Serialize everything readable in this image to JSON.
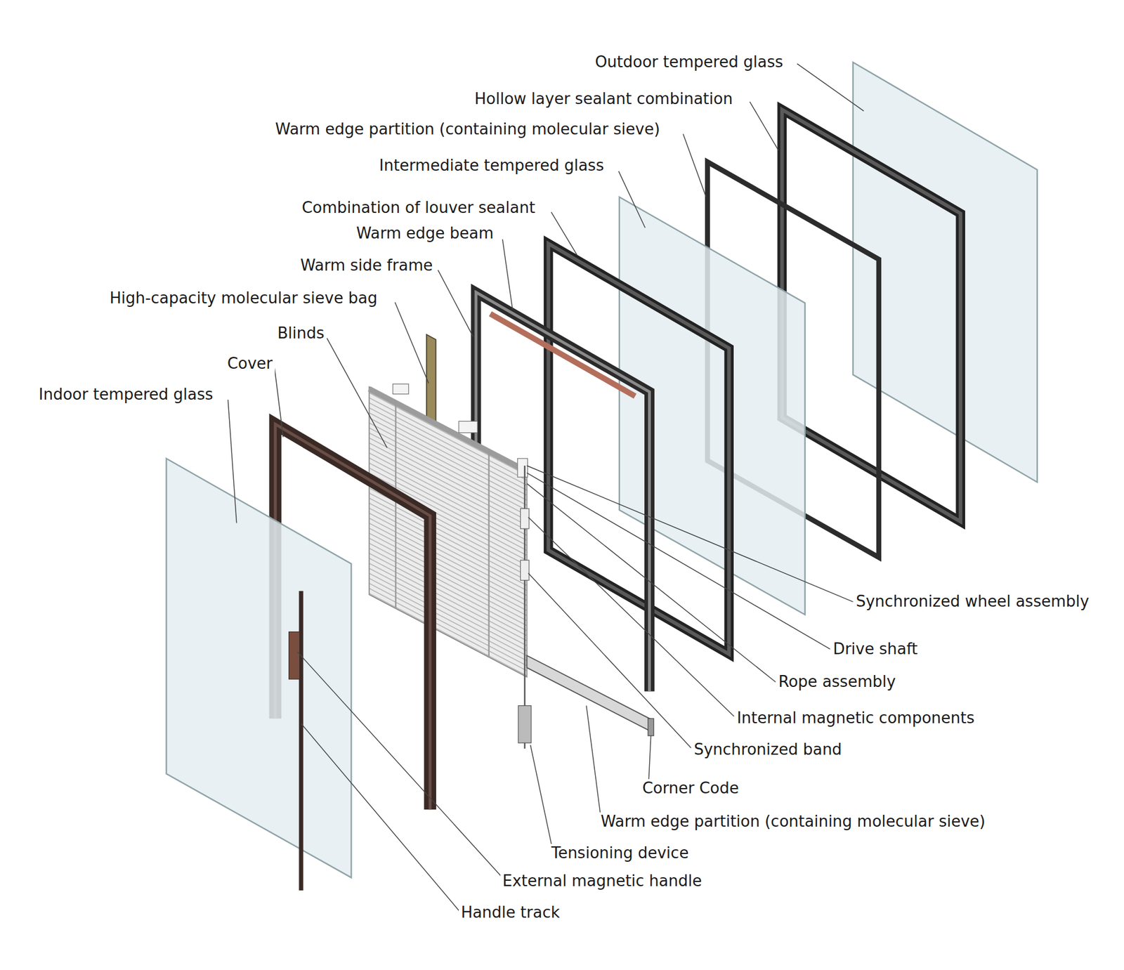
{
  "diagram": {
    "labels": [
      "Outdoor tempered glass",
      "Hollow layer sealant combination",
      "Warm edge partition (containing molecular sieve)",
      "Intermediate tempered glass",
      "Combination of louver sealant",
      "Warm edge beam",
      "Warm side frame",
      "High-capacity molecular sieve bag",
      "Blinds",
      "Cover",
      "Indoor tempered glass",
      "Synchronized wheel assembly",
      "Drive shaft",
      "Rope assembly",
      "Internal magnetic components",
      "Synchronized band",
      "Corner Code",
      "Warm edge partition (containing molecular sieve)",
      "Tensioning device",
      "External magnetic handle",
      "Handle track"
    ]
  }
}
